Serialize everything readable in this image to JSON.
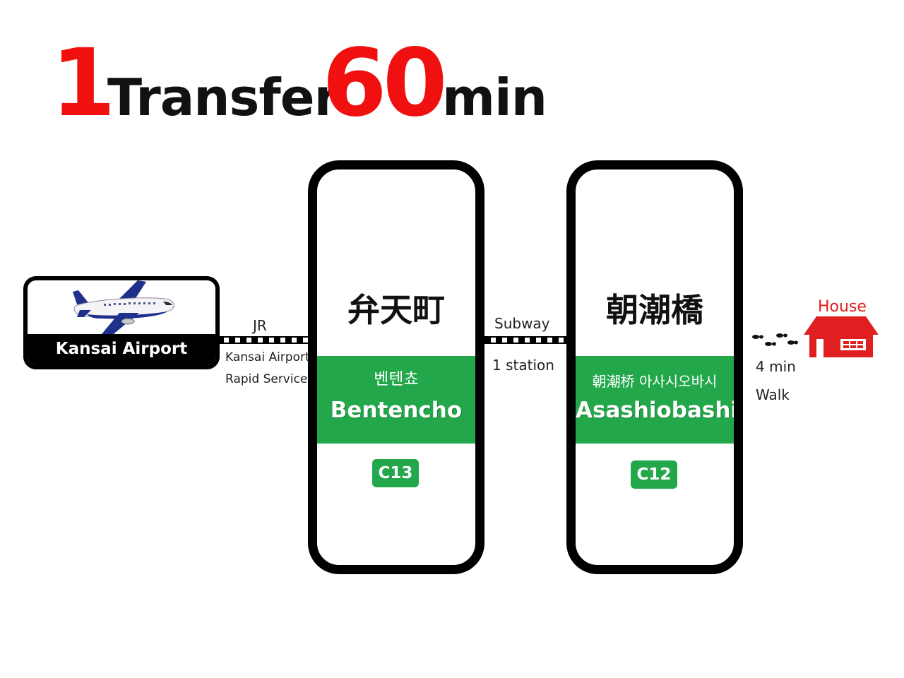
{
  "header": {
    "transfers_count": "1",
    "transfers_word": "Transfer",
    "duration_value": "60",
    "duration_unit": "min"
  },
  "origin": {
    "name": "Kansai Airport",
    "icon": "airplane-icon"
  },
  "leg_1": {
    "line": "JR",
    "service_line1": "Kansai Airport",
    "service_line2": "Rapid Service"
  },
  "station_1": {
    "name_ja": "弁天町",
    "name_ko": "벤텐쵸",
    "name_en": "Bentencho",
    "code": "C13"
  },
  "leg_2": {
    "line": "Subway",
    "stops": "1 station"
  },
  "station_2": {
    "name_ja": "朝潮橋",
    "name_ko": "朝潮桥 아사시오바시",
    "name_en": "Asashiobashi",
    "code": "C12"
  },
  "leg_3": {
    "duration": "4 min",
    "mode": "Walk",
    "icon": "footprints-icon"
  },
  "destination": {
    "name": "House",
    "icon": "house-icon"
  },
  "colors": {
    "accent_red": "#f01010",
    "line_green": "#22a84a",
    "house_red": "#e02020"
  }
}
